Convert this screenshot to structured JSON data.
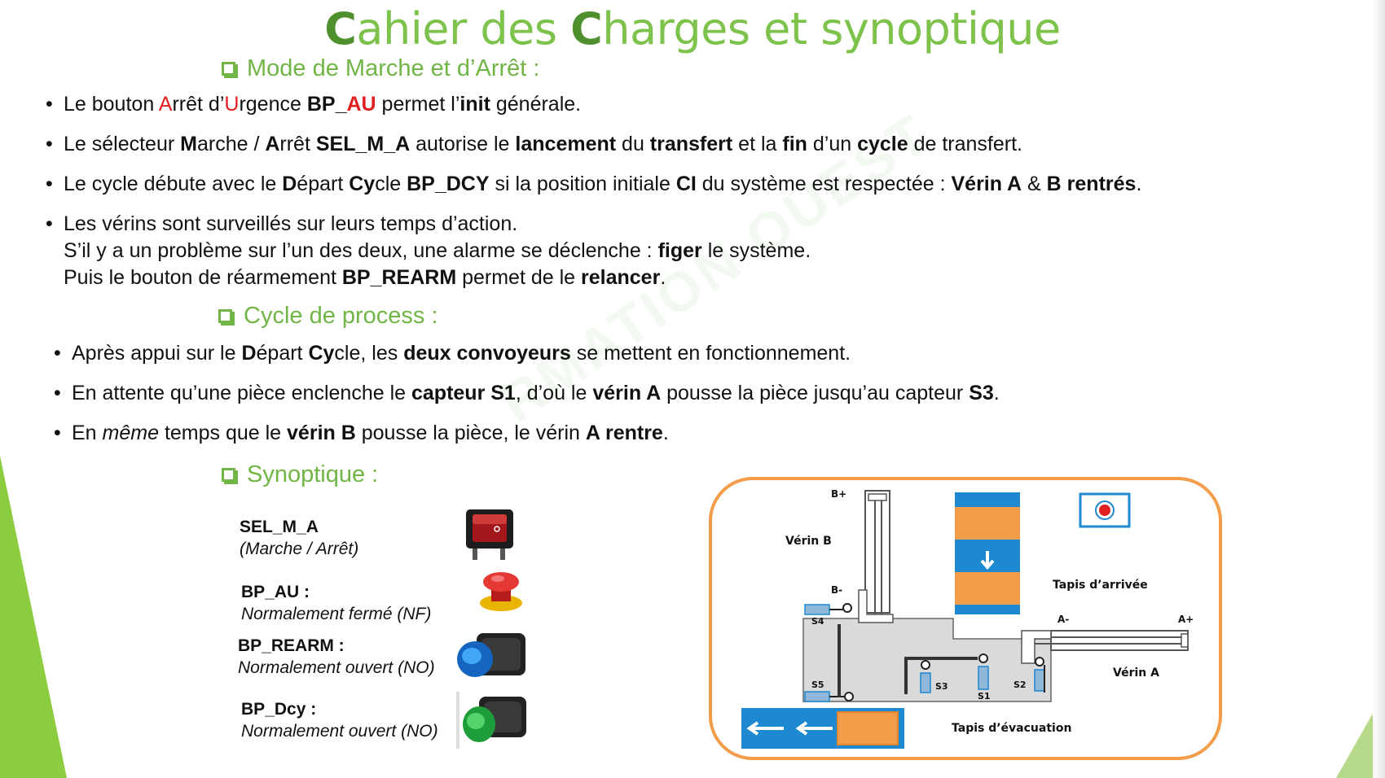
{
  "title": {
    "l1": "C",
    "l2": "ahier des ",
    "l3": "C",
    "l4": "harges et synoptique"
  },
  "sections": {
    "mode": "Mode de Marche et d’Arrêt :",
    "cycle": "Cycle de process :",
    "synoptique": "Synoptique :"
  },
  "mode_bullets": {
    "b1": {
      "t1": "Le bouton ",
      "t2": "A",
      "t3": "rrêt d’",
      "t4": "U",
      "t5": "rgence ",
      "t6": "BP_",
      "t7": "AU",
      "t8": " permet l’",
      "t9": "init",
      "t10": " générale."
    },
    "b2": {
      "t1": "Le sélecteur ",
      "t2": "M",
      "t3": "arche / ",
      "t4": "A",
      "t5": "rrêt ",
      "t6": "SEL_M_A",
      "t7": " autorise le ",
      "t8": "lancement",
      "t9": " du ",
      "t10": "transfert",
      "t11": " et la ",
      "t12": "fin",
      "t13": " d’un ",
      "t14": "cycle",
      "t15": " de transfert."
    },
    "b3": {
      "t1": "Le cycle débute avec le ",
      "t2": "D",
      "t3": "épart ",
      "t4": "Cy",
      "t5": "cle ",
      "t6": "BP_DCY",
      "t7": " si la position initiale ",
      "t8": "CI",
      "t9": " du système est respectée : ",
      "t10": "Vérin A",
      "t11": " & ",
      "t12": "B rentrés",
      "t13": "."
    },
    "b4": {
      "l1": "Les vérins sont surveillés sur leurs temps d’action.",
      "l2a": "S’il y a un problème sur l’un des deux, une alarme se déclenche : ",
      "l2b": "figer",
      "l2c": " le système.",
      "l3a": "Puis le bouton de réarmement ",
      "l3b": "BP_REARM",
      "l3c": " permet de le ",
      "l3d": "relancer",
      "l3e": "."
    }
  },
  "cycle_bullets": {
    "b1": {
      "t1": "Après appui sur le ",
      "t2": "D",
      "t3": "épart ",
      "t4": "Cy",
      "t5": "cle, les ",
      "t6": "deux convoyeurs",
      "t7": " se mettent en fonctionnement."
    },
    "b2": {
      "t1": "En attente qu’une pièce enclenche le ",
      "t2": "capteur S1",
      "t3": ",  d’où le ",
      "t4": "vérin A",
      "t5": " pousse la pièce jusqu’au capteur ",
      "t6": "S3",
      "t7": "."
    },
    "b3": {
      "t1": "En ",
      "t2": "même",
      "t3": " temps que le ",
      "t4": "vérin B",
      "t5": " pousse la pièce, le vérin ",
      "t6": "A rentre",
      "t7": "."
    }
  },
  "legend": [
    {
      "name": "SEL_M_A",
      "desc": "(Marche / Arrêt)",
      "icon": "rocker-switch-icon"
    },
    {
      "name": "BP_AU :",
      "desc": "Normalement fermé (NF)",
      "icon": "emergency-stop-icon"
    },
    {
      "name": "BP_REARM :",
      "desc": "Normalement ouvert (NO)",
      "icon": "blue-pushbutton-icon"
    },
    {
      "name": "BP_Dcy :",
      "desc": "Normalement ouvert (NO)",
      "icon": "green-pushbutton-icon"
    }
  ],
  "watermark": "RMATION OUEST",
  "diagram": {
    "b_plus": "B+",
    "verin_b": "Vérin B",
    "b_minus": "B-",
    "s4": "S4",
    "s5": "S5",
    "s3": "S3",
    "s1": "S1",
    "s2": "S2",
    "a_minus": "A-",
    "a_plus": "A+",
    "verin_a": "Vérin A",
    "tapis_arrivee": "Tapis d’arrivée",
    "tapis_evacuation": "Tapis d’évacuation"
  },
  "colors": {
    "green": "#70b545",
    "title_dark": "#4e8f2e",
    "red": "#e02020",
    "orange": "#f39c4a",
    "blue": "#1e88d0"
  }
}
